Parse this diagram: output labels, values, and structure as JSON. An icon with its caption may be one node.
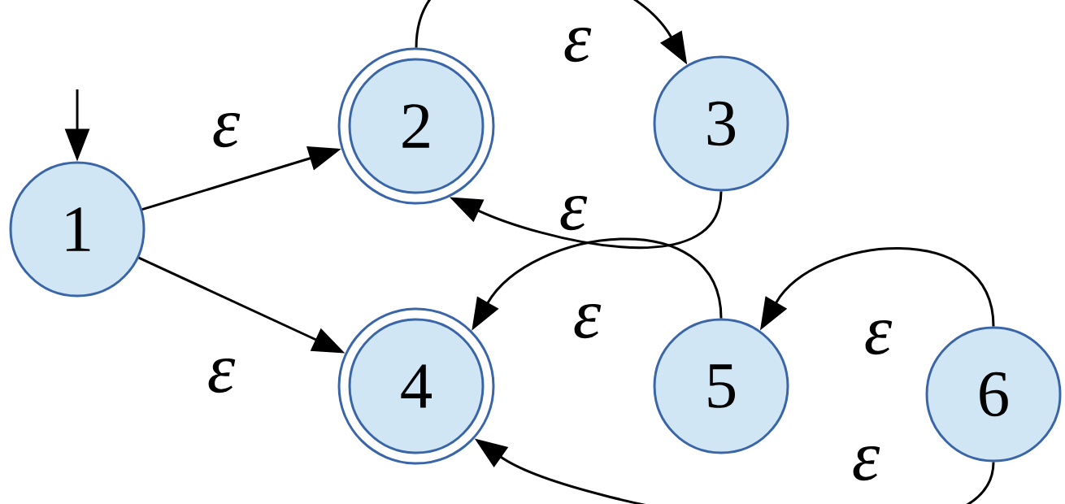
{
  "diagram": {
    "nodes": [
      {
        "text": [
          "1"
        ]
      },
      {
        "text": [
          "2"
        ]
      },
      {
        "text": [
          "3"
        ]
      },
      {
        "text": [
          "4"
        ]
      },
      {
        "text": [
          "5"
        ]
      },
      {
        "text": [
          "6"
        ]
      }
    ],
    "edges": [
      {
        "from": null,
        "to": 0,
        "arrow": "to"
      },
      {
        "from": 0,
        "to": 1,
        "arrow": "to",
        "label": "ε"
      },
      {
        "from": 0,
        "to": 3,
        "arrow": "to",
        "label": "ε"
      },
      {
        "from": 1,
        "to": 2,
        "arrow": "to",
        "label": "ε"
      },
      {
        "from": 2,
        "to": 1,
        "arrow": "to",
        "label": "ε"
      },
      {
        "from": 4,
        "to": 3,
        "arrow": "to",
        "label": "ε"
      },
      {
        "from": 5,
        "to": 4,
        "arrow": "to",
        "label": "ε"
      },
      {
        "from": 5,
        "to": 3,
        "arrow": "to",
        "label": "ε"
      }
    ]
  }
}
